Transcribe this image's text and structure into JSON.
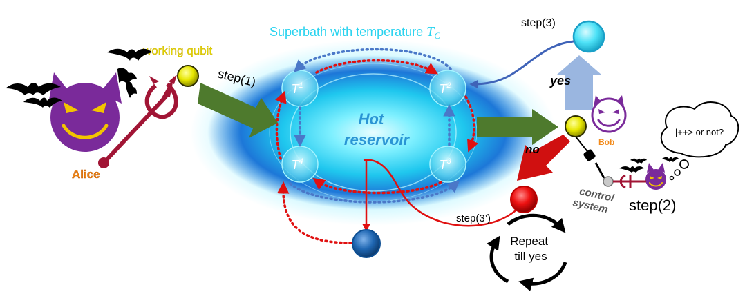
{
  "labels": {
    "superbath_prefix": "Superbath with temperature ",
    "superbath_symbol": "T",
    "superbath_sub": "C",
    "working_qubit": "working qubit",
    "step1": "step(1)",
    "step2": "step(2)",
    "step3": "step(3)",
    "step3p": "step(3’)",
    "yes": "yes",
    "no": "no",
    "hot_line1": "Hot",
    "hot_line2": "reservoir",
    "alice": "Alice",
    "bob": "Bob",
    "control_line1": "control",
    "control_line2": "system",
    "thought": "|++> or not?",
    "repeat_line1": "Repeat",
    "repeat_line2": "till yes"
  },
  "nodes": {
    "t1": {
      "symbol": "T",
      "sup": "1"
    },
    "t2": {
      "symbol": "T",
      "sup": "2"
    },
    "t3": {
      "symbol": "T",
      "sup": "3"
    },
    "t4": {
      "symbol": "T",
      "sup": "4"
    }
  },
  "colors": {
    "devil_purple": "#7a2a9a",
    "trident_red": "#a11535",
    "qubit_yellow": "#e6e600",
    "arrow_green": "#4e7a2d",
    "dotted_red": "#e01010",
    "dotted_blue": "#4a78c8",
    "superbath_cyan": "#29d3ef",
    "alice_orange": "#f28a1a",
    "state_red": "#ee1111",
    "state_cyan": "#4ee2f7",
    "state_blue": "#1f67b3"
  }
}
